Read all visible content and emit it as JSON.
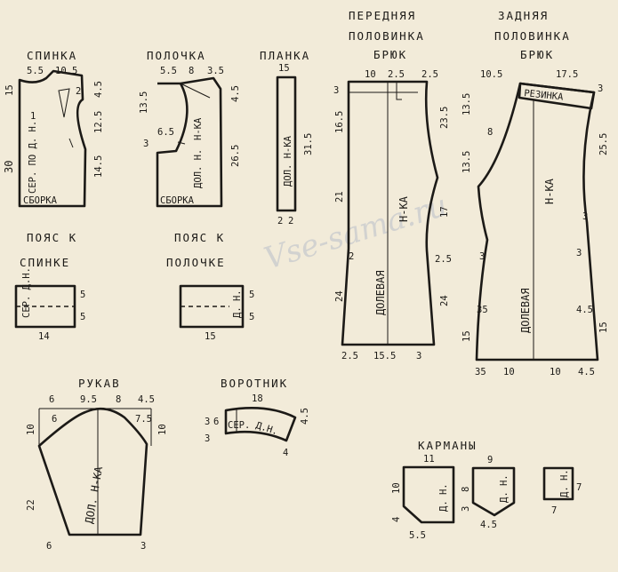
{
  "watermark": "Vse-sama.ru",
  "back": {
    "title": "СПИНКА",
    "dims": [
      "5.5",
      "10.5",
      "15",
      "2",
      "4.5",
      "12.5",
      "14.5",
      "30",
      "1"
    ],
    "labels": [
      "СЕР. ПО Д. Н.",
      "СБОРКА"
    ]
  },
  "front": {
    "title": "ПОЛОЧКА",
    "dims": [
      "5.5",
      "8",
      "3.5",
      "13.5",
      "4.5",
      "6.5",
      "3",
      "26.5"
    ],
    "labels": [
      "Н-КА",
      "ДОЛ. Н.",
      "СБОРКА"
    ]
  },
  "placket": {
    "title": "ПЛАНКА",
    "dims": [
      "15",
      "31.5",
      "2",
      "2"
    ],
    "labels": [
      "ДОЛ. Н-КА"
    ]
  },
  "back_belt": {
    "title_1": "ПОЯС К",
    "title_2": "СПИНКЕ",
    "dims": [
      "5",
      "5",
      "14"
    ],
    "labels": [
      "СЕР. Д.Н."
    ]
  },
  "front_belt": {
    "title_1": "ПОЯС К",
    "title_2": "ПОЛОЧКЕ",
    "dims": [
      "5",
      "5",
      "15"
    ],
    "labels": [
      "Д. Н."
    ]
  },
  "front_trousers": {
    "title_1": "ПЕРЕДНЯЯ",
    "title_2": "ПОЛОВИНКА",
    "title_3": "БРЮК",
    "dims": [
      "10",
      "2.5",
      "2.5",
      "3",
      "16.5",
      "23.5",
      "21",
      "17",
      "2",
      "2.5",
      "24",
      "24",
      "2.5",
      "15.5",
      "3"
    ],
    "labels": [
      "Н-КА",
      "ДОЛЕВАЯ"
    ]
  },
  "back_trousers": {
    "title_1": "ЗАДНЯЯ",
    "title_2": "ПОЛОВИНКА",
    "title_3": "БРЮК",
    "dims": [
      "10.5",
      "17.5",
      "3",
      "13.5",
      "8",
      "25.5",
      "13.5",
      "3",
      "3",
      "3",
      "35",
      "4.5",
      "15",
      "15",
      "35",
      "10",
      "10",
      "4.5"
    ],
    "labels": [
      "РЕЗИНКА",
      "Н-КА",
      "ДОЛЕВАЯ"
    ]
  },
  "sleeve": {
    "title": "РУКАВ",
    "dims": [
      "6",
      "9.5",
      "8",
      "4.5",
      "10",
      "6",
      "7.5",
      "10",
      "22",
      "6",
      "3"
    ],
    "labels": [
      "ДОЛ. Н-КА"
    ]
  },
  "collar": {
    "title": "ВОРОТНИК",
    "dims": [
      "18",
      "3",
      "6",
      "3",
      "4.5",
      "4"
    ],
    "labels": [
      "СЕР.",
      "Д.Н."
    ]
  },
  "pockets": {
    "title": "КАРМАНЫ",
    "p1": {
      "dims": [
        "11",
        "10",
        "4",
        "5.5"
      ],
      "label": "Д. Н."
    },
    "p2": {
      "dims": [
        "9",
        "3",
        "8",
        "4.5"
      ],
      "label": "Д. Н."
    },
    "p3": {
      "dims": [
        "7",
        "7"
      ],
      "label": "Д. Н."
    }
  }
}
